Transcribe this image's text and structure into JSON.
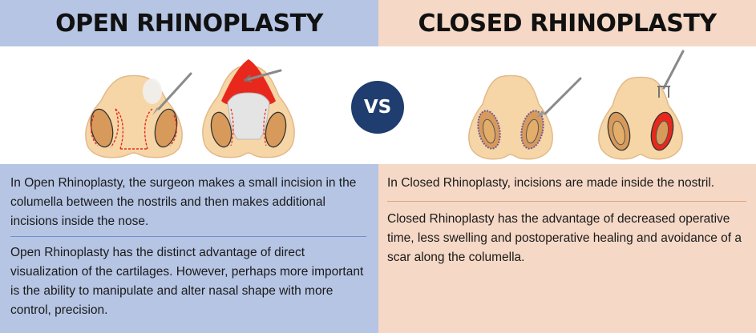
{
  "header": {
    "left_title": "OPEN RHINOPLASTY",
    "right_title": "CLOSED RHINOPLASTY"
  },
  "vs_badge": "VS",
  "open": {
    "paragraph_1": "In Open Rhinoplasty, the surgeon makes a small incision in the columella between the nostrils and then makes additional incisions inside the nose.",
    "paragraph_2": "Open Rhinoplasty has the distinct advantage of direct visualization of the cartilages. However, perhaps more important is the ability to manipulate and alter nasal shape with more control, precision."
  },
  "closed": {
    "paragraph_1": "In Closed Rhinoplasty, incisions are made inside the nostril.",
    "paragraph_2": "Closed Rhinoplasty has the advantage of decreased operative time, less swelling and postoperative healing and avoidance of a scar along the columella."
  },
  "colors": {
    "open_bg": "#b6c5e4",
    "closed_bg": "#f5d8c6",
    "badge": "#1f3d6e",
    "skin": "#f6d6a6",
    "incision": "#e8281c"
  },
  "icons": [
    "nose-open-incision-icon",
    "nose-open-lifted-icon",
    "nose-closed-incision-icon",
    "nose-closed-lifted-icon",
    "scalpel-icon"
  ]
}
